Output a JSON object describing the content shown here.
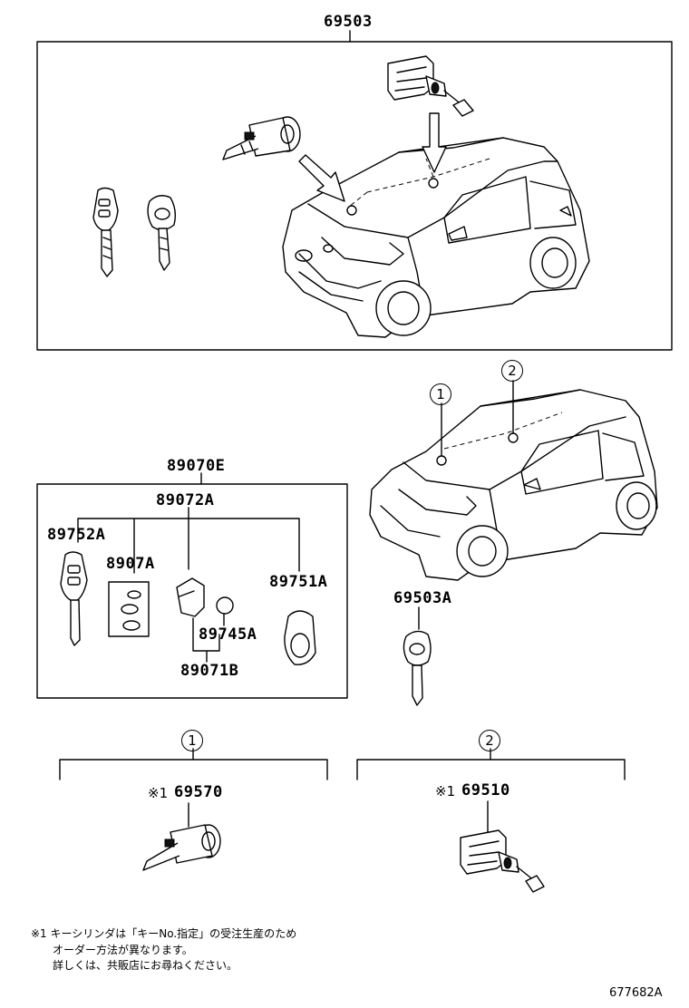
{
  "labels": {
    "top_assembly": "69503",
    "key_set": "89070E",
    "transmitter_set": "89072A",
    "key_blank_left": "89752A",
    "pad_set": "8907A",
    "transmitter_housing": "89751A",
    "battery": "89745A",
    "module": "89071B",
    "key_right": "69503A",
    "lock_cylinder_door": "69570",
    "lock_cylinder_ignition": "69510"
  },
  "callouts": {
    "c1": "1",
    "c2": "2"
  },
  "note_marks": {
    "m1": "※1",
    "m2": "※1"
  },
  "footnote": {
    "line1": "※1 キーシリンダは「キーNo.指定」の受注生産のため",
    "line2": "オーダー方法が異なります。",
    "line3": "詳しくは、共販店にお尋ねください。"
  },
  "diagram_id": "677682A"
}
